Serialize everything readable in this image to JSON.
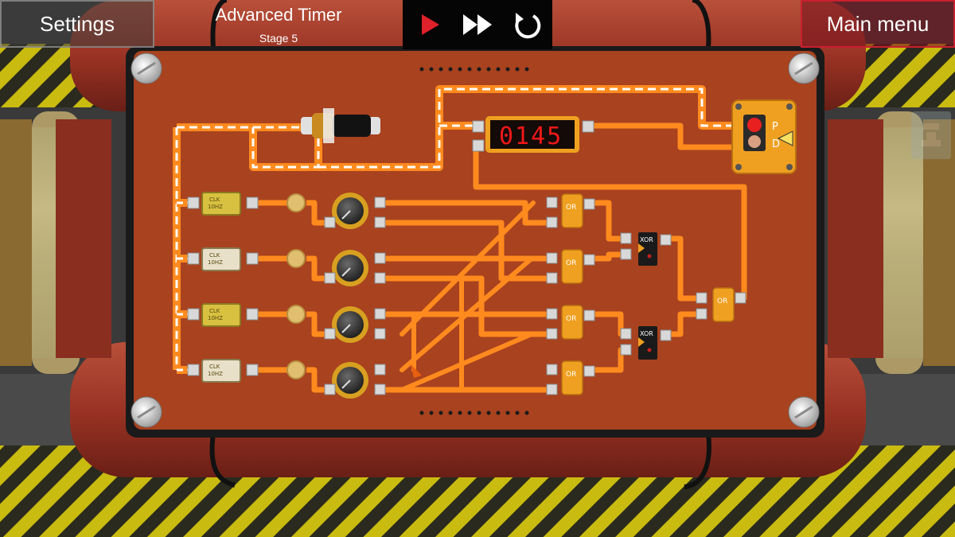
{
  "header": {
    "settings_label": "Settings",
    "main_menu_label": "Main menu",
    "level_title": "Advanced Timer",
    "stage_label": "Stage 5"
  },
  "controls": {
    "play_icon": "play-icon",
    "fast_forward_icon": "fast-forward-icon",
    "restart_icon": "restart-icon",
    "active_color": "#e0202a"
  },
  "display": {
    "value": "0145"
  },
  "clocks": [
    {
      "line1": "CLK",
      "line2": "10HZ"
    },
    {
      "line1": "CLK",
      "line2": "10HZ"
    },
    {
      "line1": "CLK",
      "line2": "10HZ"
    },
    {
      "line1": "CLK",
      "line2": "10HZ"
    }
  ],
  "gates": {
    "or": [
      "OR",
      "OR",
      "OR",
      "OR",
      "OR"
    ],
    "xor": [
      "XOR",
      "XOR"
    ]
  },
  "detonator": {
    "labels": [
      "P",
      "D"
    ]
  },
  "colors": {
    "board": "#a8421f",
    "wire": "#ff8a1e",
    "hazard_yellow": "#d4c400",
    "dynamite": "#9a3324"
  }
}
